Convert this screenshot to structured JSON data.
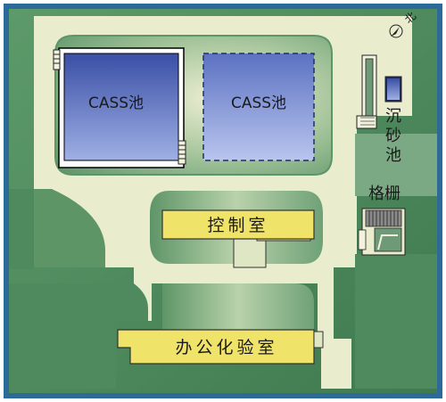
{
  "labels": {
    "cass_pool_1": "CASS池",
    "cass_pool_2": "CASS池",
    "control_room": "控制室",
    "office_lab": "办公化验室",
    "grit_chamber": [
      "沉",
      "砂",
      "池"
    ],
    "screen": "格栅",
    "north": "北"
  },
  "colors": {
    "border": "#2c6a9a",
    "ground": "#4f8a5e",
    "road": "#e9eccd",
    "lawn": "#76a67e",
    "pool_dark": "#3f55a8",
    "pool_light": "#a9b6e6",
    "building": "#f0e36a",
    "building_edge": "#6b6420"
  }
}
